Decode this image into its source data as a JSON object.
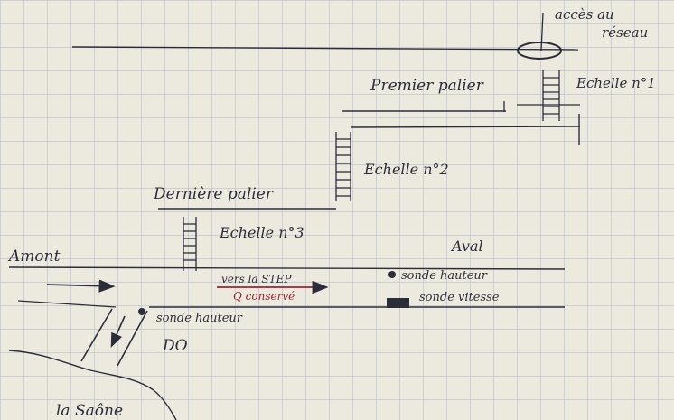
{
  "labels": {
    "acces_line1": "accès au",
    "acces_line2": "réseau",
    "premier_palier": "Premier palier",
    "echelle_1": "Echelle n°1",
    "echelle_2": "Echelle n°2",
    "dernier_palier": "Dernière palier",
    "echelle_3": "Echelle n°3",
    "amont": "Amont",
    "aval": "Aval",
    "vers_step": "vers la STEP",
    "conserve": "Q conservé",
    "sonde_hauteur_right": "sonde hauteur",
    "sonde_vitesse": "sonde vitesse",
    "sonde_hauteur_left": "sonde hauteur",
    "do": "DO",
    "la_saone": "la Saône"
  },
  "colors": {
    "paper": "#ece9df",
    "grid": "#b9bec7",
    "ink": "#2d2d3a",
    "red_ink": "#9c2335"
  }
}
